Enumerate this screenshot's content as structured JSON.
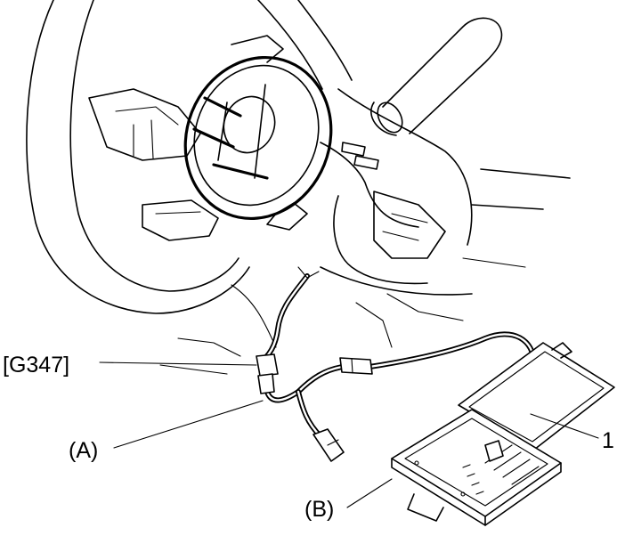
{
  "callouts": {
    "connector_g347": "[G347]",
    "harness_a": "(A)",
    "tool_box_b": "(B)",
    "part_1": "1"
  }
}
